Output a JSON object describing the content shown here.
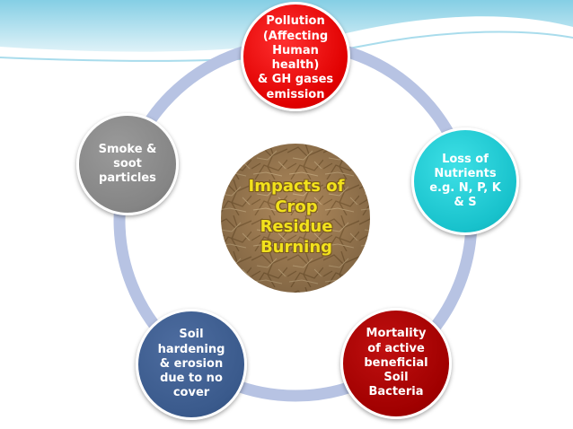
{
  "diagram": {
    "center": {
      "label": "Impacts of\nCrop\nResidue\nBurning"
    },
    "nodes": [
      {
        "id": "pollution",
        "label": "Pollution\n(Affecting\nHuman\nhealth)\n& GH gases\nemission",
        "color": "#e60000"
      },
      {
        "id": "nutrients",
        "label": "Loss of\nNutrients\ne.g. N, P, K\n& S",
        "color": "#18c2cc"
      },
      {
        "id": "mortality",
        "label": "Mortality\nof active\nbeneficial\nSoil\nBacteria",
        "color": "#a00000"
      },
      {
        "id": "soil",
        "label": "Soil\nhardening\n& erosion\ndue to no\ncover",
        "color": "#3a5a8c"
      },
      {
        "id": "smoke",
        "label": "Smoke &\nsoot\nparticles",
        "color": "#858585"
      }
    ],
    "ring_color": "#b7c3e3"
  }
}
